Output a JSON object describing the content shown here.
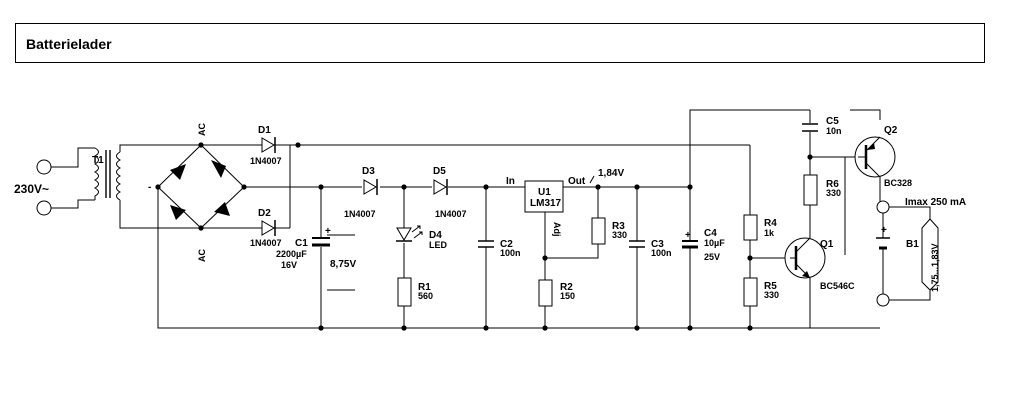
{
  "title": "Batterielader",
  "mains": "230V~",
  "components": {
    "t1": "T1",
    "ac_top": "AC",
    "ac_bottom": "AC",
    "minus": "-",
    "d1": {
      "ref": "D1",
      "value": "1N4007"
    },
    "d2": {
      "ref": "D2",
      "value": "1N4007"
    },
    "c1": {
      "ref": "C1",
      "value": "2200µF",
      "voltage": "16V"
    },
    "v875": "8,75V",
    "d3": {
      "ref": "D3",
      "value": "1N4007"
    },
    "d4": {
      "ref": "D4",
      "value": "LED"
    },
    "r1": {
      "ref": "R1",
      "value": "560"
    },
    "d5": {
      "ref": "D5",
      "value": "1N4007"
    },
    "c2": {
      "ref": "C2",
      "value": "100n"
    },
    "u1": {
      "ref": "U1",
      "value": "LM317",
      "in": "In",
      "out": "Out",
      "adj": "Adj"
    },
    "v184": "1,84V",
    "r2": {
      "ref": "R2",
      "value": "150"
    },
    "r3": {
      "ref": "R3",
      "value": "330"
    },
    "c3": {
      "ref": "C3",
      "value": "100n"
    },
    "c4": {
      "ref": "C4",
      "value": "10µF",
      "voltage": "25V"
    },
    "r4": {
      "ref": "R4",
      "value": "1k"
    },
    "r5": {
      "ref": "R5",
      "value": "330"
    },
    "q1": {
      "ref": "Q1",
      "value": "BC546C"
    },
    "r6": {
      "ref": "R6",
      "value": "330"
    },
    "c5": {
      "ref": "C5",
      "value": "10n"
    },
    "q2": {
      "ref": "Q2",
      "value": "BC328"
    },
    "imax": "Imax 250 mA",
    "b1": "B1",
    "vbat": "1,75...1,83V"
  }
}
